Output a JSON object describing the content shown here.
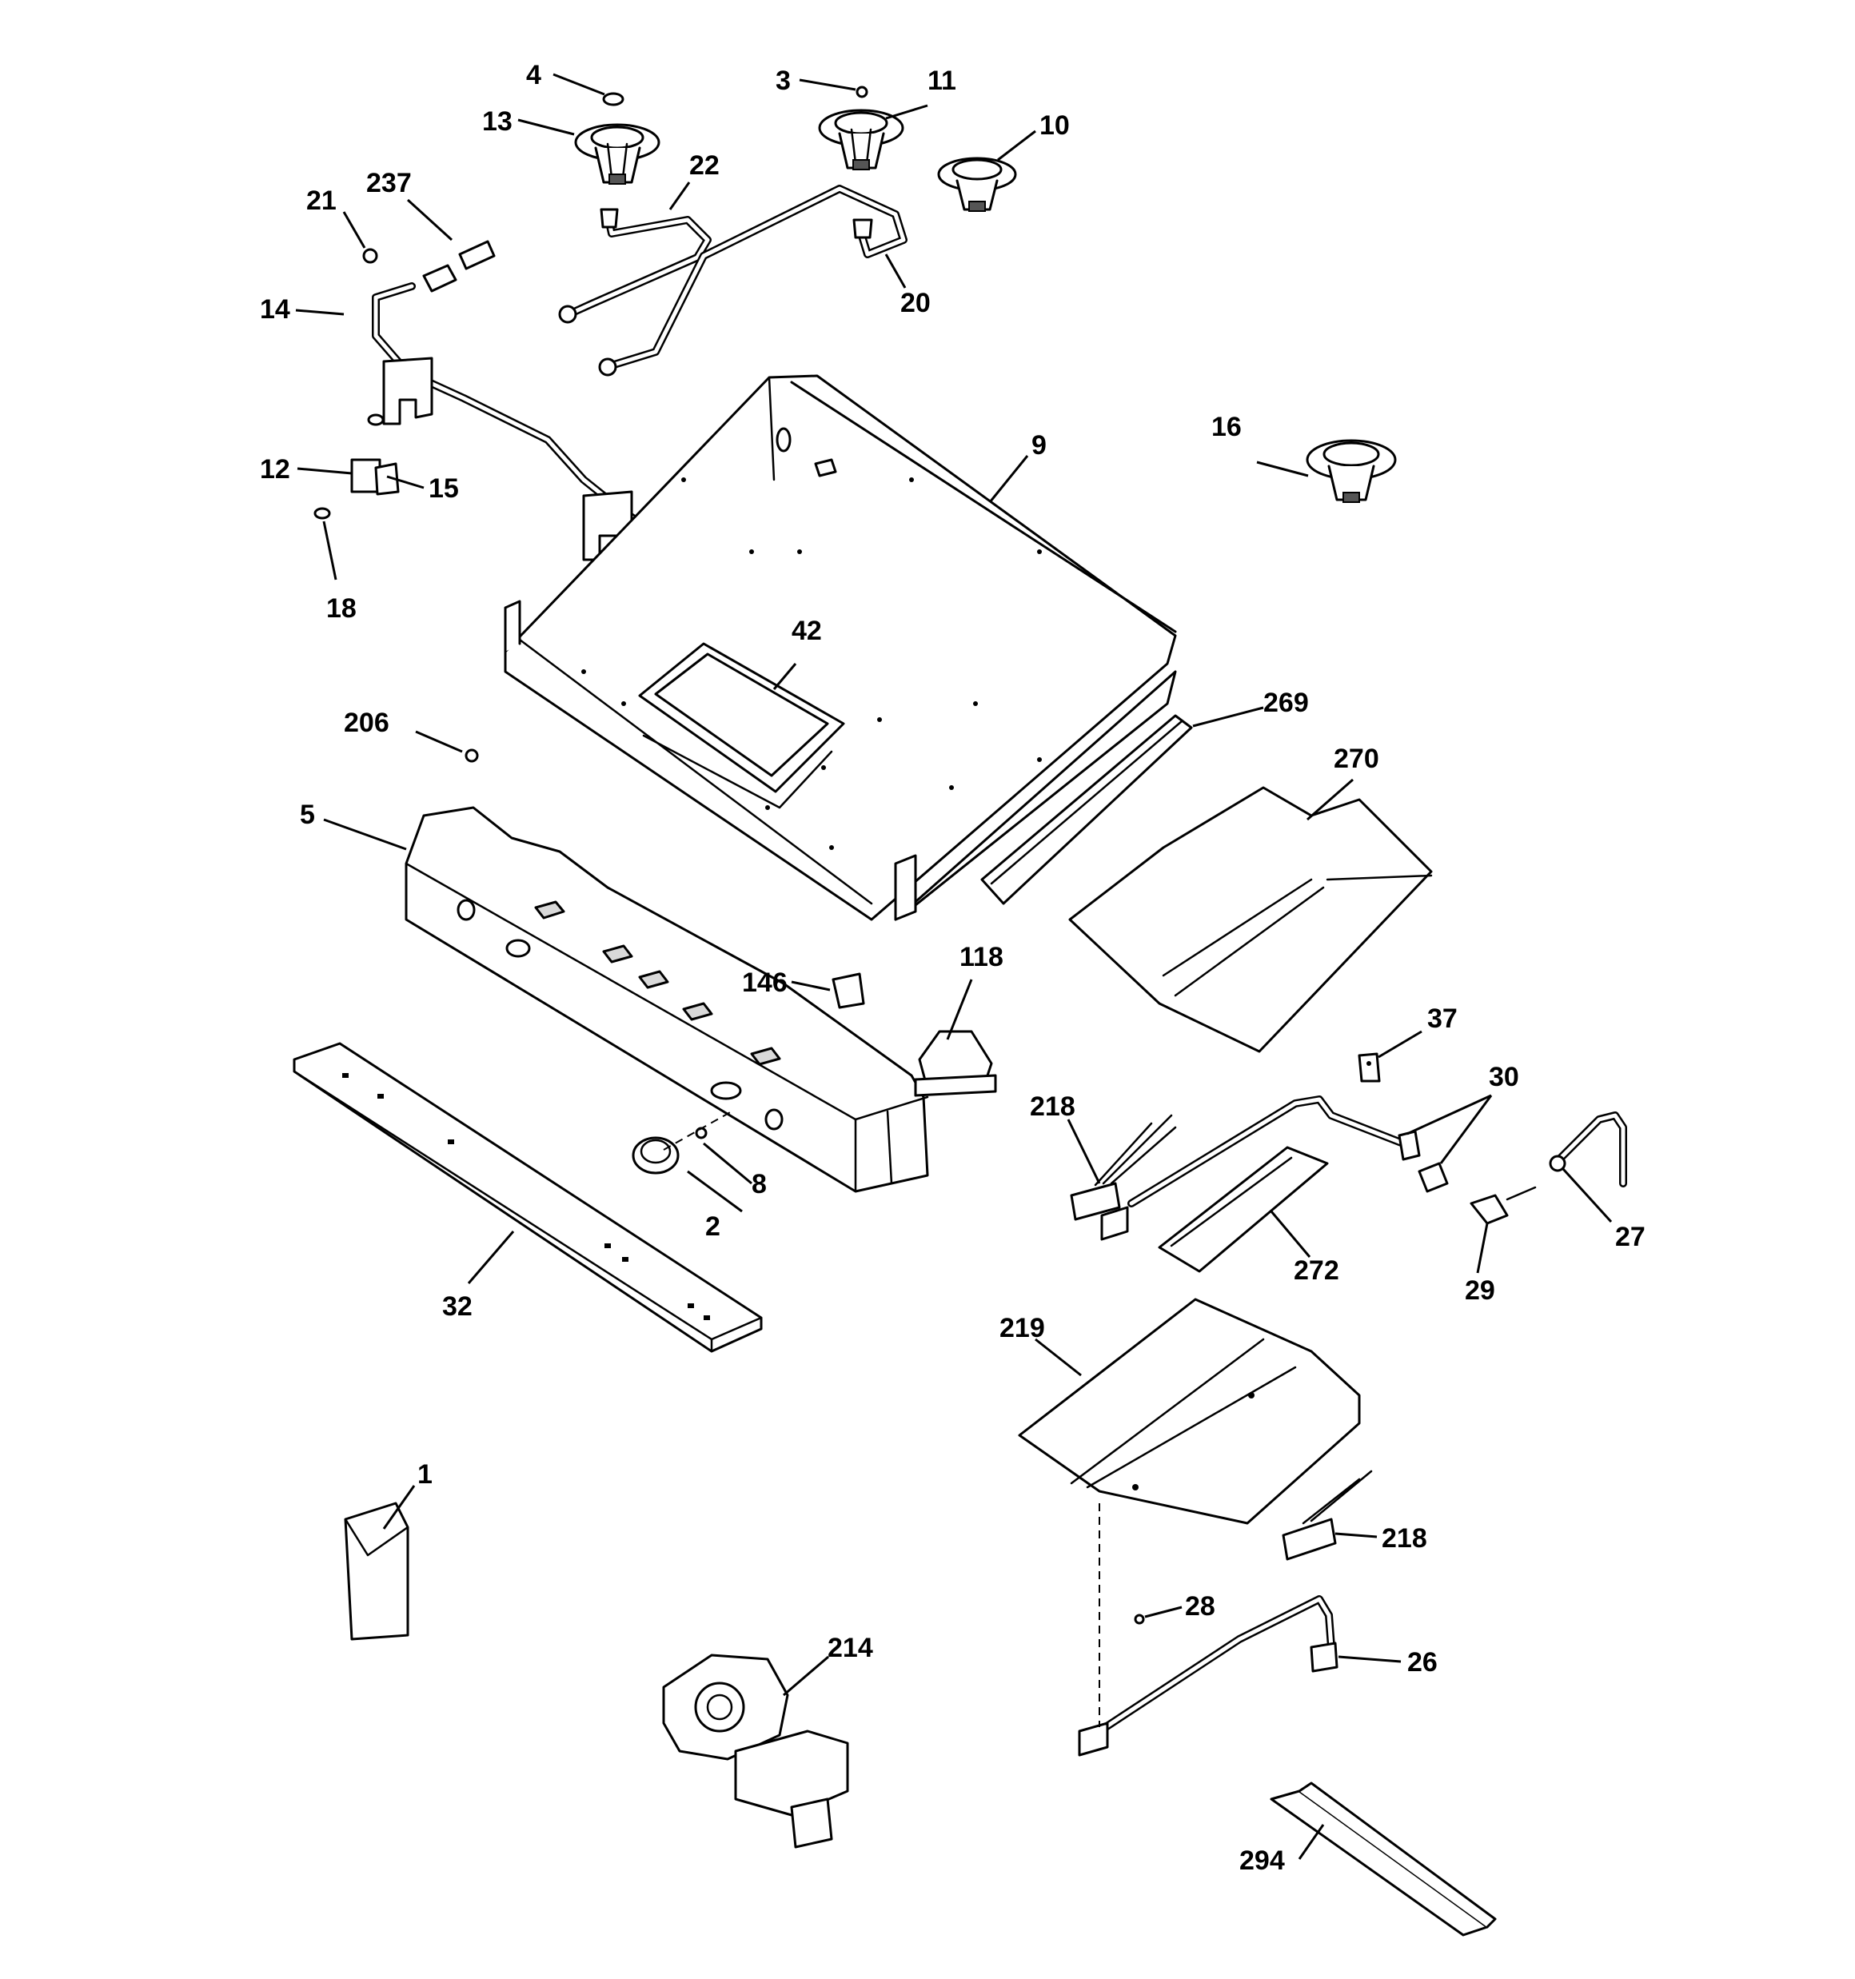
{
  "callouts": {
    "c1": "1",
    "c2": "2",
    "c3": "3",
    "c4": "4",
    "c5": "5",
    "c8": "8",
    "c9": "9",
    "c10": "10",
    "c11": "11",
    "c12": "12",
    "c13": "13",
    "c14": "14",
    "c15": "15",
    "c16": "16",
    "c18": "18",
    "c20": "20",
    "c21": "21",
    "c22": "22",
    "c26": "26",
    "c27": "27",
    "c28": "28",
    "c29": "29",
    "c30": "30",
    "c32": "32",
    "c37": "37",
    "c42": "42",
    "c118": "118",
    "c146": "146",
    "c206": "206",
    "c214": "214",
    "c218a": "218",
    "c218b": "218",
    "c219": "219",
    "c237": "237",
    "c269": "269",
    "c270": "270",
    "c272": "272",
    "c294": "294"
  }
}
